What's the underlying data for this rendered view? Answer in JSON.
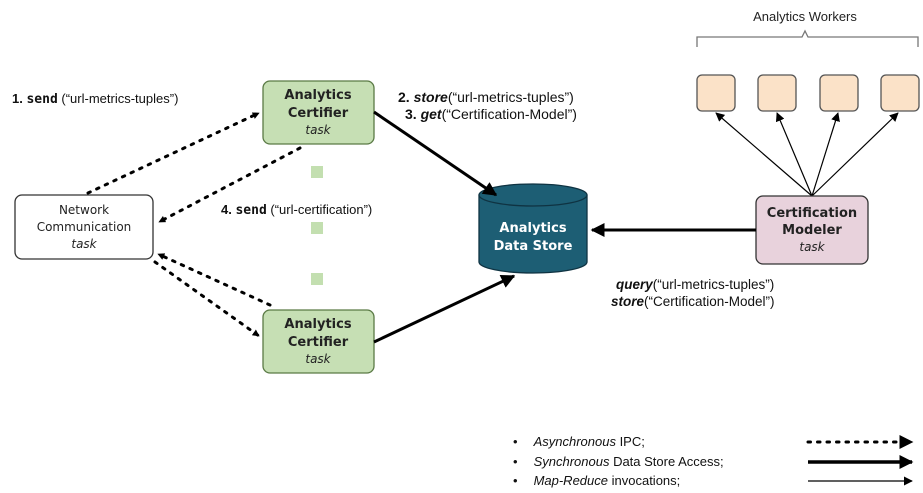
{
  "title": "Analytics Workers",
  "nodes": {
    "network": {
      "line1": "Network",
      "line2": "Communication",
      "line3": "task"
    },
    "certifier_top": {
      "line1": "Analytics",
      "line2": "Certifier",
      "line3": "task"
    },
    "certifier_bottom": {
      "line1": "Analytics",
      "line2": "Certifier",
      "line3": "task"
    },
    "store": {
      "line1": "Analytics",
      "line2": "Data Store"
    },
    "modeler": {
      "line1": "Certification",
      "line2": "Modeler",
      "line3": "task"
    }
  },
  "labels": {
    "step1": {
      "num": "1.",
      "func": "send",
      "arg": " (“url-metrics-tuples”)"
    },
    "step2": {
      "num": "2.",
      "func": "store",
      "arg": "(“url-metrics-tuples”)"
    },
    "step3": {
      "num": "3.",
      "func": "get",
      "arg": "(“Certification-Model”)"
    },
    "step4": {
      "num": "4.",
      "func": "send",
      "arg": " (“url-certification”)"
    },
    "query": {
      "func": "query",
      "arg": "(“url-metrics-tuples”)"
    },
    "store2": {
      "func": "store",
      "arg": "(“Certification-Model”)"
    }
  },
  "legend": [
    {
      "bullet": "•",
      "emph": "Asynchronous",
      "rest": " IPC;",
      "style": "dotted"
    },
    {
      "bullet": "•",
      "emph": "Synchronous",
      "rest": " Data Store Access;",
      "style": "thick"
    },
    {
      "bullet": "•",
      "emph": "Map-Reduce",
      "rest": " invocations;",
      "style": "thin"
    }
  ],
  "colors": {
    "certifier_fill": "#c6dfb4",
    "certifier_stroke": "#5a7a45",
    "store_fill": "#1d5e74",
    "modeler_fill": "#e8d2dc",
    "worker_fill": "#fbe2c8",
    "dot_square": "#c3dfb0"
  }
}
